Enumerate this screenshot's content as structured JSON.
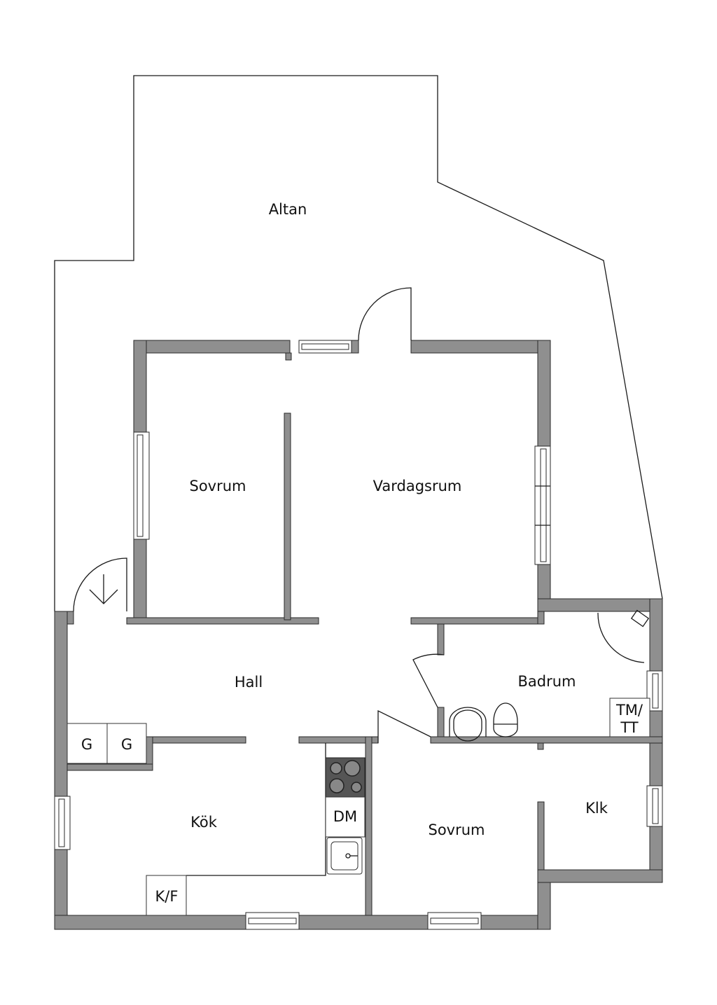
{
  "plan": {
    "rooms": {
      "altan": "Altan",
      "sovrum_1": "Sovrum",
      "vardagsrum": "Vardagsrum",
      "hall": "Hall",
      "badrum": "Badrum",
      "kok": "Kök",
      "sovrum_2": "Sovrum",
      "klk": "Klk"
    },
    "fixtures": {
      "garderob_1": "G",
      "garderob_2": "G",
      "diskmaskin": "DM",
      "kyl_frys": "K/F",
      "tvattmaskin_line1": "TM/",
      "tvattmaskin_line2": "TT"
    },
    "colors": {
      "wall": "#8f8f8f",
      "stove": "#555555"
    }
  }
}
